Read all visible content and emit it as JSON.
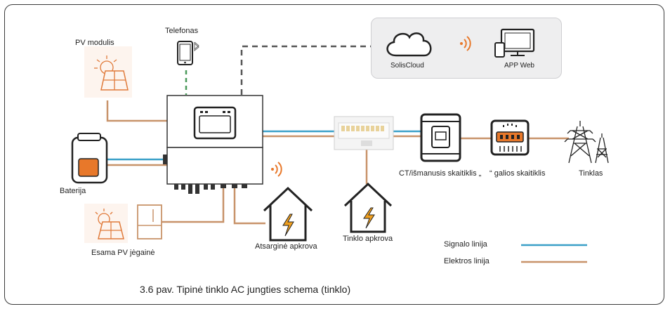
{
  "labels": {
    "pv_module": "PV modulis",
    "phone": "Telefonas",
    "soliscloud": "SolisCloud",
    "app_web": "APP Web",
    "battery": "Baterija",
    "existing_pv": "Esama PV jėgainė",
    "backup_load": "Atsarginė apkrova",
    "grid_load": "Tinklo apkrova",
    "ct_meter": "CT/išmanusis skaitiklis „",
    "power_meter": "“ galios skaitiklis",
    "grid": "Tinklas",
    "signal_line": "Signalo linija",
    "power_line": "Elektros linija"
  },
  "caption": "3.6 pav. Tipinė tinklo AC jungties schema (tinklo)",
  "colors": {
    "signal_line": "#3aa0c8",
    "power_line": "#c8936a",
    "comm_link": "#4a9a5a",
    "cloud_link": "#555555",
    "battery_cell": "#e8782a",
    "lightning": "#f0a020"
  },
  "icons": [
    "solar-panel-icon",
    "smartphone-icon",
    "bluetooth-icon",
    "cloud-icon",
    "wifi-icon",
    "computer-icon",
    "inverter-icon",
    "battery-icon",
    "house-icon",
    "breaker-box-icon",
    "smart-meter-icon",
    "energy-meter-icon",
    "transmission-tower-icon"
  ]
}
